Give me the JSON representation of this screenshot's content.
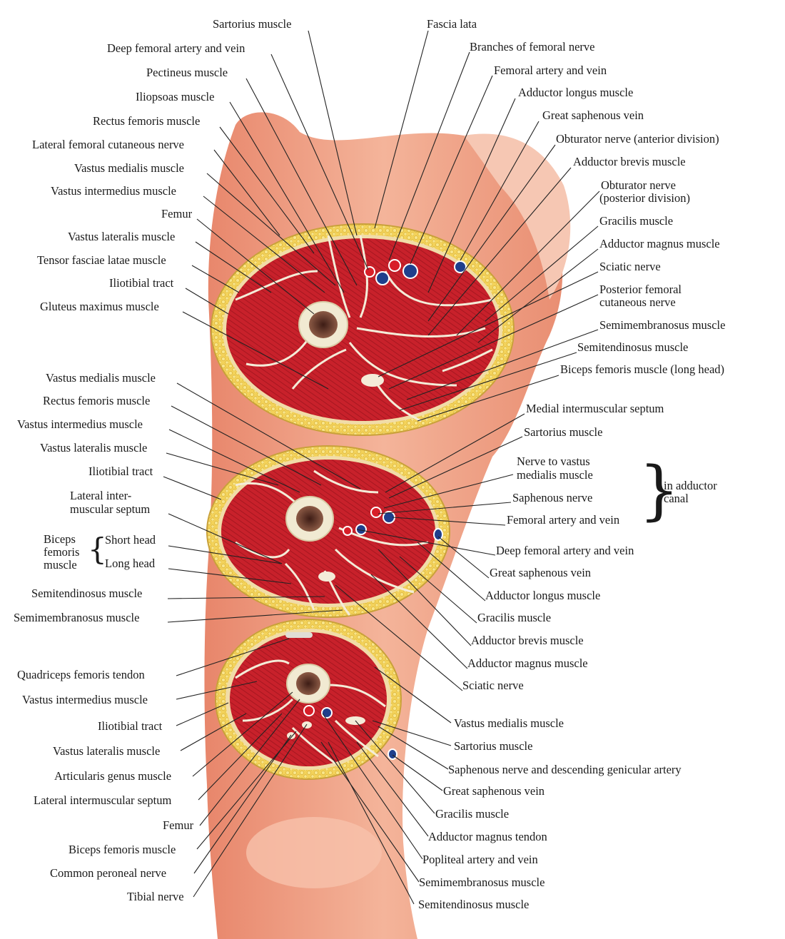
{
  "colors": {
    "skin": "#f0a487",
    "skin_dark": "#d9664d",
    "fat": "#f3d25a",
    "muscle": "#c8212b",
    "muscle_dark": "#8e1018",
    "fascia": "#f4ecd8",
    "bone": "#f1ead2",
    "marrow": "#6b3a2e",
    "artery": "#d81e28",
    "vein": "#1f3f8c",
    "leader": "#222222"
  },
  "labels": {
    "sartorius_top": "Sartorius muscle",
    "deep_femoral_top": "Deep femoral artery and vein",
    "pectineus": "Pectineus muscle",
    "iliopsoas": "Iliopsoas muscle",
    "rectus_top": "Rectus femoris muscle",
    "lat_fem_cut_nerve": "Lateral femoral cutaneous nerve",
    "vastus_medialis_top": "Vastus medialis muscle",
    "vastus_intermedius_top": "Vastus intermedius muscle",
    "femur_top": "Femur",
    "vastus_lateralis_top": "Vastus lateralis muscle",
    "tensor_fasciae": "Tensor fasciae latae muscle",
    "iliotibial_top": "Iliotibial tract",
    "gluteus_max": "Gluteus maximus muscle",
    "fascia_lata": "Fascia lata",
    "branches_fem_nerve": "Branches of femoral nerve",
    "fem_art_vein_top": "Femoral artery and vein",
    "add_longus_top": "Adductor longus muscle",
    "great_saph_top": "Great saphenous vein",
    "obturator_ant": "Obturator nerve (anterior division)",
    "add_brevis_top": "Adductor brevis muscle",
    "obturator_post_1": "Obturator nerve",
    "obturator_post_2": "(posterior division)",
    "gracilis_top": "Gracilis muscle",
    "add_magnus_top": "Adductor magnus muscle",
    "sciatic_top": "Sciatic nerve",
    "post_fem_cut_1": "Posterior femoral",
    "post_fem_cut_2": "cutaneous nerve",
    "semimem_top": "Semimembranosus muscle",
    "semiten_top": "Semitendinosus muscle",
    "biceps_long_top": "Biceps femoris muscle (long head)",
    "vastus_medialis_mid": "Vastus medialis muscle",
    "rectus_mid": "Rectus femoris muscle",
    "vastus_intermedius_mid": "Vastus intermedius muscle",
    "vastus_lateralis_mid": "Vastus lateralis muscle",
    "iliotibial_mid": "Iliotibial tract",
    "lat_inter_1": "Lateral inter-",
    "lat_inter_2": "muscular septum",
    "biceps_word_1": "Biceps",
    "biceps_word_2": "femoris",
    "biceps_word_3": "muscle",
    "short_head": "Short head",
    "long_head": "Long head",
    "semiten_mid": "Semitendinosus muscle",
    "semimem_mid": "Semimembranosus muscle",
    "medial_septum": "Medial intermuscular septum",
    "sartorius_mid": "Sartorius muscle",
    "nerve_vastus_1": "Nerve to vastus",
    "nerve_vastus_2": "medialis muscle",
    "saph_nerve_mid": "Saphenous nerve",
    "fem_art_vein_mid": "Femoral artery and vein",
    "adductor_canal_1": "in adductor",
    "adductor_canal_2": "canal",
    "deep_femoral_mid": "Deep femoral artery and vein",
    "great_saph_mid": "Great saphenous vein",
    "add_longus_mid": "Adductor longus muscle",
    "gracilis_mid": "Gracilis muscle",
    "add_brevis_mid": "Adductor brevis muscle",
    "add_magnus_mid": "Adductor magnus muscle",
    "sciatic_mid": "Sciatic nerve",
    "quad_tendon": "Quadriceps femoris tendon",
    "vastus_intermedius_low": "Vastus intermedius muscle",
    "iliotibial_low": "Iliotibial tract",
    "vastus_lateralis_low": "Vastus lateralis muscle",
    "articularis": "Articularis genus muscle",
    "lat_septum_low": "Lateral intermuscular septum",
    "femur_low": "Femur",
    "biceps_low": "Biceps femoris muscle",
    "common_peroneal": "Common peroneal nerve",
    "tibial_nerve": "Tibial nerve",
    "vastus_medialis_low": "Vastus medialis muscle",
    "sartorius_low": "Sartorius muscle",
    "saph_desc_genic": "Saphenous nerve and descending genicular artery",
    "great_saph_low": "Great saphenous vein",
    "gracilis_low": "Gracilis muscle",
    "add_magnus_tendon": "Adductor magnus tendon",
    "popliteal": "Popliteal artery and vein",
    "semimem_low": "Semimembranosus muscle",
    "semiten_low": "Semitendinosus muscle"
  }
}
